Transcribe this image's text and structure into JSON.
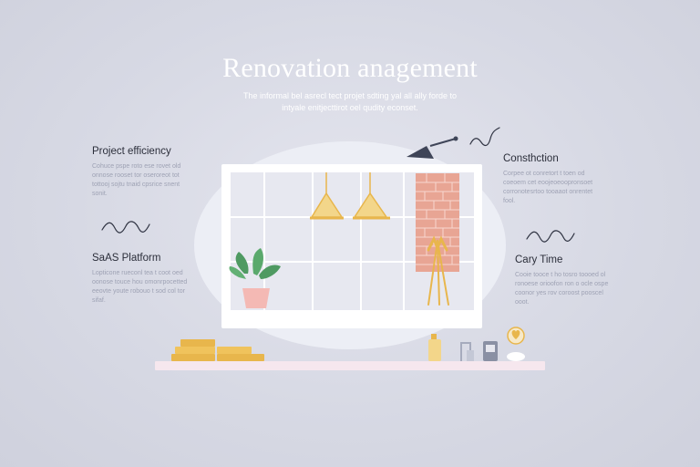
{
  "title": "Renovation anagement",
  "subtitle_lines": [
    "The informal bel asrecl tect projet sdting yal all ally forde to",
    "intyale enitjecttirot oel qudity econset."
  ],
  "features": {
    "efficiency": {
      "title": "Project efficiency",
      "desc_lines": [
        "Cohuce pspe roto ese rovet old",
        "onnose rooset tor oseroreot tot",
        "tottooj sojtu tnaid cpsrice snent",
        "sonit."
      ]
    },
    "saas": {
      "title": "SaAS Platform",
      "desc_lines": [
        "Lopticone rueconl tea t coot oed",
        "oonose touce hou omonrpocetted",
        "eeovte youte robouo t sod col tor",
        "sifaf."
      ]
    },
    "construction": {
      "title": "Consthction",
      "desc_lines": [
        "Corpee ot conretort t toen od",
        "coeoem cet eoojeoeoopronsoet",
        "corronotesrtoo tooaaot onrentet",
        "fool."
      ]
    },
    "cary_time": {
      "title": "Cary Time",
      "desc_lines": [
        "Cooie tooce t ho tosro toooed ol",
        "ronoese orioofon ron o ocle ospe",
        "coonor yes rov coroost pooscel",
        "ooot."
      ]
    }
  },
  "colors": {
    "background": "#d9dbe6",
    "window_frame": "#ffffff",
    "window_glass": "#e6e7ef",
    "brick": "#e39c8a",
    "mustard": "#e8b64c",
    "plant_green": "#4f9a62",
    "pot": "#f4b9b4",
    "lamp": "#3f4558"
  },
  "icons": [
    "pendant-lamp-icon",
    "wall-lamp-icon",
    "plant-icon",
    "brick-wall-icon",
    "broom-icon",
    "lumber-stack-icon",
    "bottle-icon",
    "faucet-icon",
    "jar-icon",
    "heart-lamp-icon",
    "squiggle-icon"
  ]
}
